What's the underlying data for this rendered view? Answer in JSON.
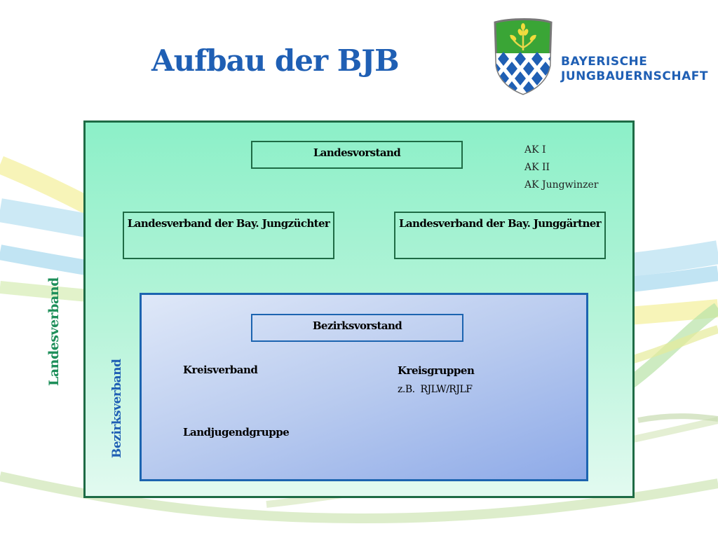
{
  "title": "Aufbau der BJB",
  "logo": {
    "line1": "BAYERISCHE",
    "line2": "JUNGBAUERNSCHAFT",
    "shield_icon": "wheat-shield-icon",
    "colors": {
      "green": "#3aa536",
      "blue": "#1f5fb4",
      "white": "#ffffff"
    }
  },
  "diagram": {
    "landesverband_label": "Landesverband",
    "bezirksverband_label": "Bezirksverband",
    "landesvorstand": "Landesvorstand",
    "arbeitskreise": [
      "AK I",
      "AK II",
      "AK Jungwinzer"
    ],
    "jungzuechter": "Landesverband der Bay. Jungzüchter",
    "junggaertner": "Landesverband der Bay. Junggärtner",
    "bezirksvorstand": "Bezirksvorstand",
    "kreisverband": "Kreisverband",
    "kreisgruppen": "Kreisgruppen",
    "kreisgruppen_example": "z.B.  RJLW/RJLF",
    "landjugendgruppe": "Landjugendgruppe"
  },
  "colors": {
    "title": "#1f5fb4",
    "landesverband_border": "#1e6b45",
    "landesverband_fill": "#8cf0c8",
    "bezirksverband_border": "#1c64b0",
    "bezirksverband_fill": "#b9cbef"
  }
}
